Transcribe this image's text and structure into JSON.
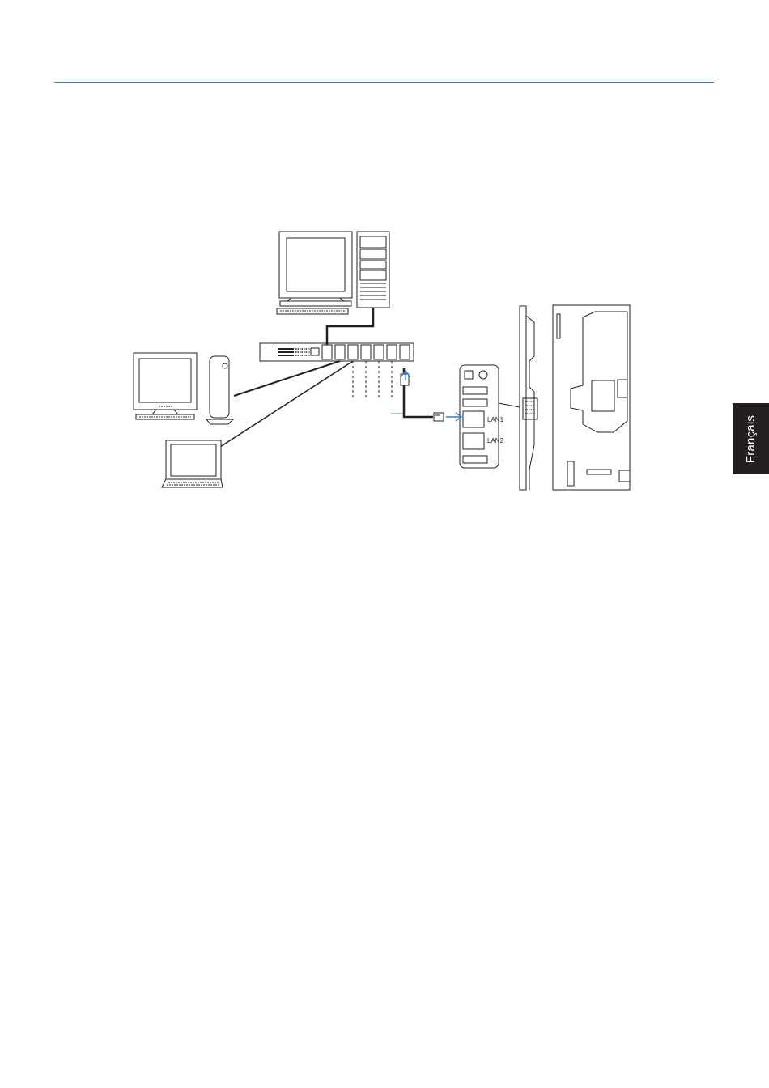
{
  "sidebar_tab": {
    "label": "Français"
  },
  "diagram": {
    "port_labels": [
      "LAN1",
      "LAN2"
    ],
    "colors": {
      "rule": "#3a7fc1",
      "arrow": "#3a7fc1",
      "tab": "#231f20",
      "line": "#231f20"
    }
  }
}
